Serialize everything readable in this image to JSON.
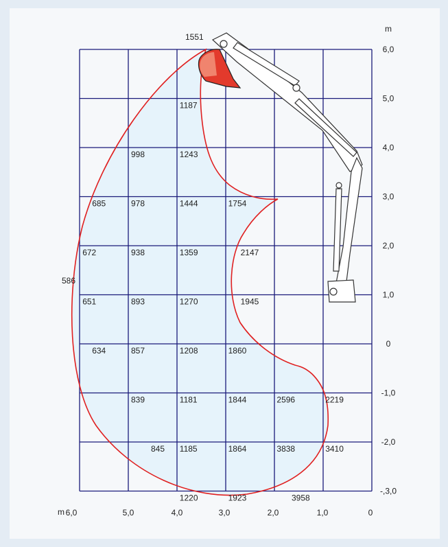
{
  "chart_data": {
    "type": "table",
    "x_unit": "m",
    "y_unit": "m",
    "x_ticks": [
      "6,0",
      "5,0",
      "4,0",
      "3,0",
      "2,0",
      "1,0",
      "0"
    ],
    "y_ticks": [
      "6,0",
      "5,0",
      "4,0",
      "3,0",
      "2,0",
      "1,0",
      "0",
      "-1,0",
      "-2,0",
      "-,3,0"
    ],
    "cells": [
      {
        "x": 3.5,
        "y": 5.5,
        "value": "1551"
      },
      {
        "x": 4.0,
        "y": 5.0,
        "value": "1187"
      },
      {
        "x": 5.0,
        "y": 4.0,
        "value": "998"
      },
      {
        "x": 4.0,
        "y": 4.0,
        "value": "1243"
      },
      {
        "x": 6.0,
        "y": 3.0,
        "value": "685"
      },
      {
        "x": 5.0,
        "y": 3.0,
        "value": "978"
      },
      {
        "x": 4.0,
        "y": 3.0,
        "value": "1444"
      },
      {
        "x": 3.0,
        "y": 3.0,
        "value": "1754"
      },
      {
        "x": 6.0,
        "y": 2.0,
        "value": "672"
      },
      {
        "x": 5.0,
        "y": 2.0,
        "value": "938"
      },
      {
        "x": 4.0,
        "y": 2.0,
        "value": "1359"
      },
      {
        "x": 3.0,
        "y": 2.0,
        "value": "2147"
      },
      {
        "x": 6.5,
        "y": 1.5,
        "value": "586"
      },
      {
        "x": 6.0,
        "y": 1.0,
        "value": "651"
      },
      {
        "x": 5.0,
        "y": 1.0,
        "value": "893"
      },
      {
        "x": 4.0,
        "y": 1.0,
        "value": "1270"
      },
      {
        "x": 3.0,
        "y": 1.0,
        "value": "1945"
      },
      {
        "x": 6.0,
        "y": 0.0,
        "value": "634"
      },
      {
        "x": 5.0,
        "y": 0.0,
        "value": "857"
      },
      {
        "x": 4.0,
        "y": 0.0,
        "value": "1208"
      },
      {
        "x": 3.0,
        "y": 0.0,
        "value": "1860"
      },
      {
        "x": 5.0,
        "y": -1.0,
        "value": "839"
      },
      {
        "x": 4.0,
        "y": -1.0,
        "value": "1181"
      },
      {
        "x": 3.0,
        "y": -1.0,
        "value": "1844"
      },
      {
        "x": 2.0,
        "y": -1.0,
        "value": "2596"
      },
      {
        "x": 1.0,
        "y": -1.0,
        "value": "2219"
      },
      {
        "x": 4.5,
        "y": -2.0,
        "value": "845"
      },
      {
        "x": 4.0,
        "y": -2.0,
        "value": "1185"
      },
      {
        "x": 3.0,
        "y": -2.0,
        "value": "1864"
      },
      {
        "x": 2.0,
        "y": -2.0,
        "value": "3838"
      },
      {
        "x": 1.0,
        "y": -2.0,
        "value": "3410"
      },
      {
        "x": 4.0,
        "y": -3.0,
        "value": "1220"
      },
      {
        "x": 3.0,
        "y": -3.0,
        "value": "1923"
      },
      {
        "x": 1.5,
        "y": -3.0,
        "value": "3958"
      }
    ]
  },
  "colors": {
    "grid": "#1a1a7a",
    "envelope": "#e02020",
    "fill": "#e6f3fb",
    "bucket": "#e33a2c",
    "background": "#e4ecf4"
  }
}
